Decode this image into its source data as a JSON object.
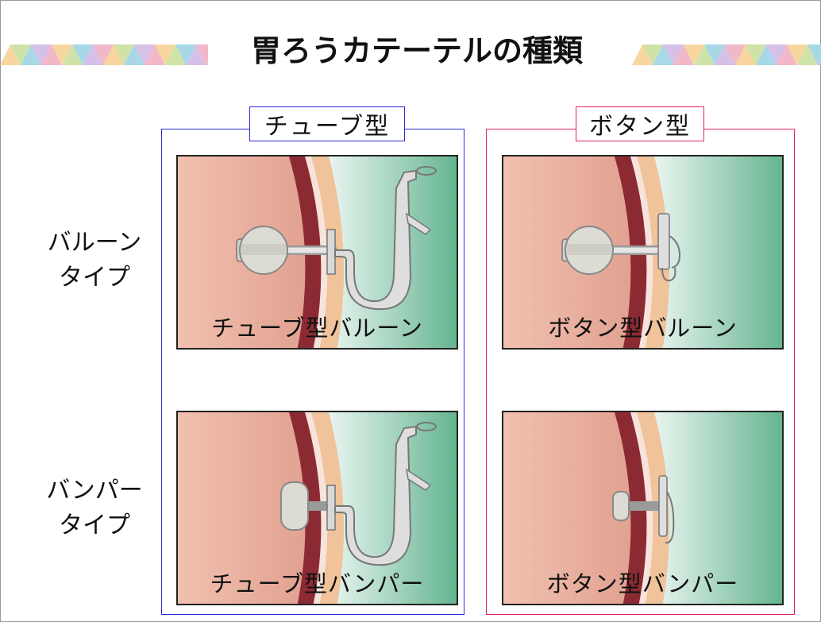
{
  "title": "胃ろうカテーテルの種類",
  "columns": {
    "tube": {
      "label": "チューブ型",
      "frame_color": "#2b2bd8"
    },
    "button": {
      "label": "ボタン型",
      "frame_color": "#e0206a"
    }
  },
  "rows": {
    "balloon": {
      "line1": "バルーン",
      "line2": "タイプ"
    },
    "bumper": {
      "line1": "バンパー",
      "line2": "タイプ"
    }
  },
  "panels": {
    "tube_balloon": {
      "caption": "チューブ型バルーン"
    },
    "button_balloon": {
      "caption": "ボタン型バルーン"
    },
    "tube_bumper": {
      "caption": "チューブ型バンパー"
    },
    "button_bumper": {
      "caption": "ボタン型バンパー"
    }
  },
  "colors": {
    "stomach": "#d98e7a",
    "wall": "#f0c39a",
    "abdomen": "#6fbf9b",
    "triangles": [
      "#f7d6a0",
      "#cfe3a8",
      "#a8d8e8",
      "#d6c0e8",
      "#f2b8c8"
    ]
  }
}
